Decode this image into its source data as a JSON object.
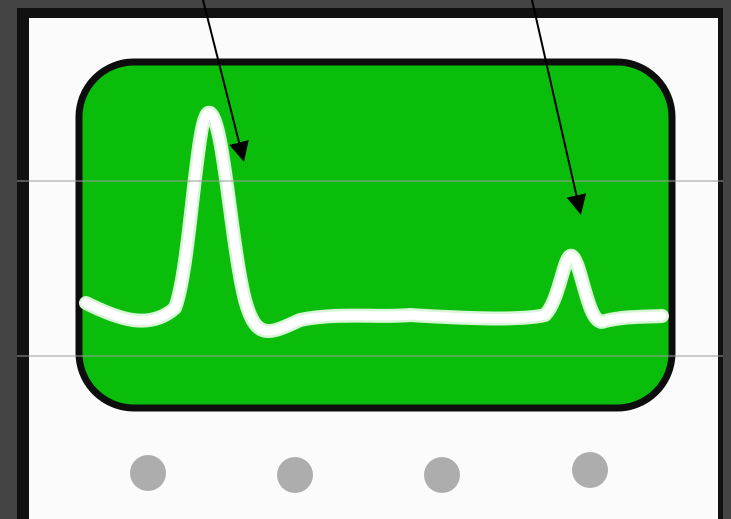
{
  "colors": {
    "outer_frame": "#444444",
    "device_border": "#111111",
    "device_face": "#fbfbfb",
    "screen_fill": "#0abd0a",
    "screen_border": "#0d0d0d",
    "trace": "#ffffff",
    "trace_glow": "#d8f5d8",
    "knob": "#adadad",
    "arrow": "#000000",
    "guide_line": "#9a9a9a"
  },
  "icons": {
    "knob": "circle-knob-icon",
    "arrow": "arrowhead-icon"
  },
  "diagram": {
    "screen": "waveform-display",
    "trace_shape": "baseline with one tall peak and one small peak",
    "knob_count": 4,
    "arrow_count": 2
  }
}
